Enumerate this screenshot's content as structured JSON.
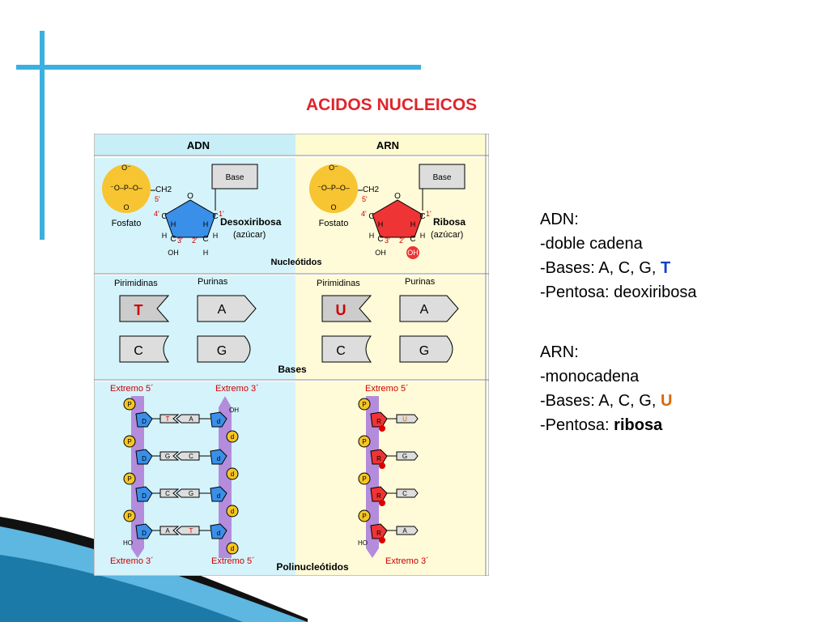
{
  "slide": {
    "title": "ACIDOS NUCLEICOS",
    "colors": {
      "title": "#e0242c",
      "accent_line": "#3ab0e0",
      "blue_highlight": "#1440c8",
      "orange_highlight": "#d86a00"
    }
  },
  "figure": {
    "headers": {
      "dna": "ADN",
      "rna": "ARN"
    },
    "nucleotides": {
      "section_label": "Nucleótidos",
      "dna": {
        "phosphate": "Fosfato",
        "base": "Base",
        "sugar": "Desoxiribosa",
        "sugar_note": "(azúcar)",
        "ch2": "CH2",
        "o_ring": "O",
        "positions": [
          "5'",
          "4'",
          "3'",
          "2'",
          "1'"
        ],
        "bottom_groups": [
          "OH",
          "H"
        ]
      },
      "rna": {
        "phosphate": "Fostato",
        "base": "Base",
        "sugar": "Ribosa",
        "sugar_note": "(azúcar)",
        "ch2": "CH2",
        "o_ring": "O",
        "positions": [
          "5'",
          "4'",
          "3'",
          "2'",
          "1'"
        ],
        "bottom_groups": [
          "OH",
          "OH"
        ]
      }
    },
    "bases": {
      "section_label": "Bases",
      "dna": {
        "pyrimidines": "Pirimidinas",
        "purines": "Purinas",
        "items": [
          "T",
          "A",
          "C",
          "G"
        ]
      },
      "rna": {
        "pyrimidines": "Pirimidinas",
        "purines": "Purinas",
        "items": [
          "U",
          "A",
          "C",
          "G"
        ]
      }
    },
    "polynucleotides": {
      "section_label": "Polinucleótidos",
      "dna": {
        "top_left": "Extremo 5´",
        "top_right": "Extremo 3´",
        "bottom_left": "Extremo 3´",
        "bottom_right": "Extremo 5´",
        "phosphate": "P",
        "sugar": "D",
        "sugar_right": "d",
        "oh_top": "OH",
        "ho_bottom": "HO",
        "pairs": [
          [
            "T",
            "A"
          ],
          [
            "G",
            "C"
          ],
          [
            "C",
            "G"
          ],
          [
            "A",
            "T"
          ]
        ]
      },
      "rna": {
        "top": "Extremo 5´",
        "bottom": "Extremo 3´",
        "phosphate": "P",
        "sugar": "R",
        "ho_bottom": "HO",
        "bases": [
          "U",
          "G",
          "C",
          "A"
        ]
      }
    }
  },
  "notes": {
    "adn": {
      "heading": "ADN:",
      "strand": "-doble cadena",
      "bases_prefix": "-Bases: A, C, G, ",
      "bases_highlight": "T",
      "sugar": "-Pentosa: deoxiribosa"
    },
    "arn": {
      "heading": "ARN:",
      "strand": "-monocadena",
      "bases_prefix": "-Bases: A, C, G, ",
      "bases_highlight": "U",
      "sugar_prefix": "-Pentosa: ",
      "sugar_highlight": "ribosa"
    }
  }
}
